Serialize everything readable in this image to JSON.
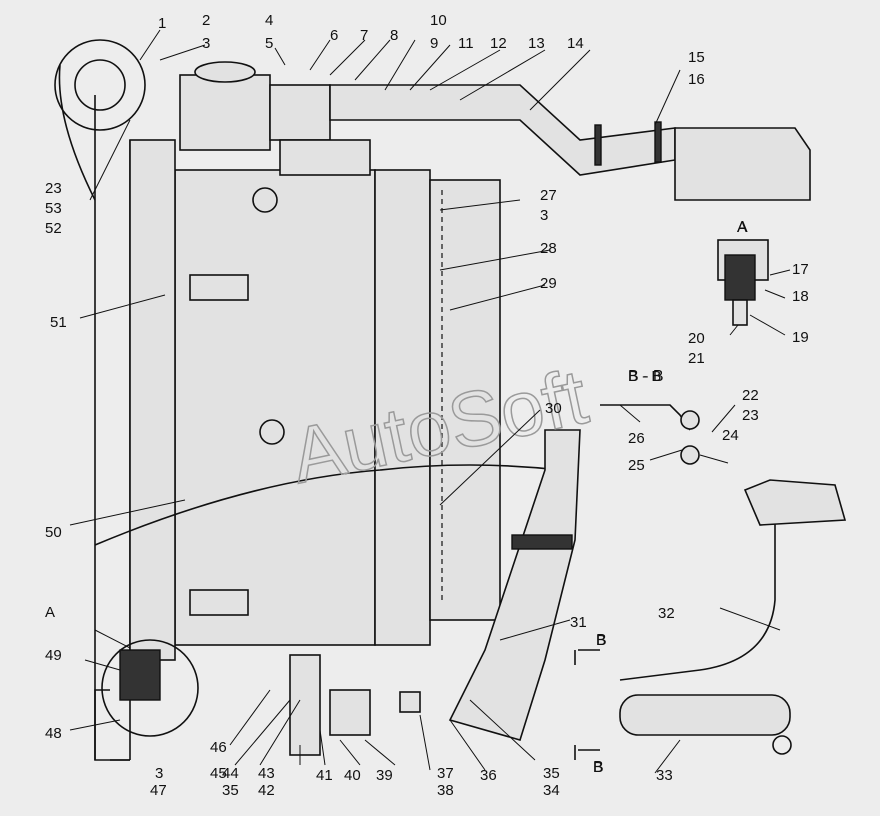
{
  "watermark": "AutoSoft",
  "views": {
    "detail_a": "A",
    "section_b": "B - B",
    "arrow_b": "B"
  },
  "callouts": [
    "1",
    "2",
    "3",
    "4",
    "5",
    "6",
    "7",
    "8",
    "10",
    "9",
    "11",
    "12",
    "13",
    "14",
    "15",
    "16",
    "23",
    "53",
    "52",
    "27",
    "3",
    "28",
    "29",
    "A",
    "17",
    "18",
    "19",
    "20",
    "21",
    "51",
    "B - B",
    "22",
    "23",
    "26",
    "25",
    "24",
    "30",
    "50",
    "31",
    "32",
    "B",
    "B",
    "A",
    "49",
    "48",
    "33",
    "46",
    "45",
    "44",
    "35",
    "43",
    "42",
    "41",
    "40",
    "39",
    "37",
    "38",
    "36",
    "35",
    "34",
    "3",
    "47"
  ]
}
